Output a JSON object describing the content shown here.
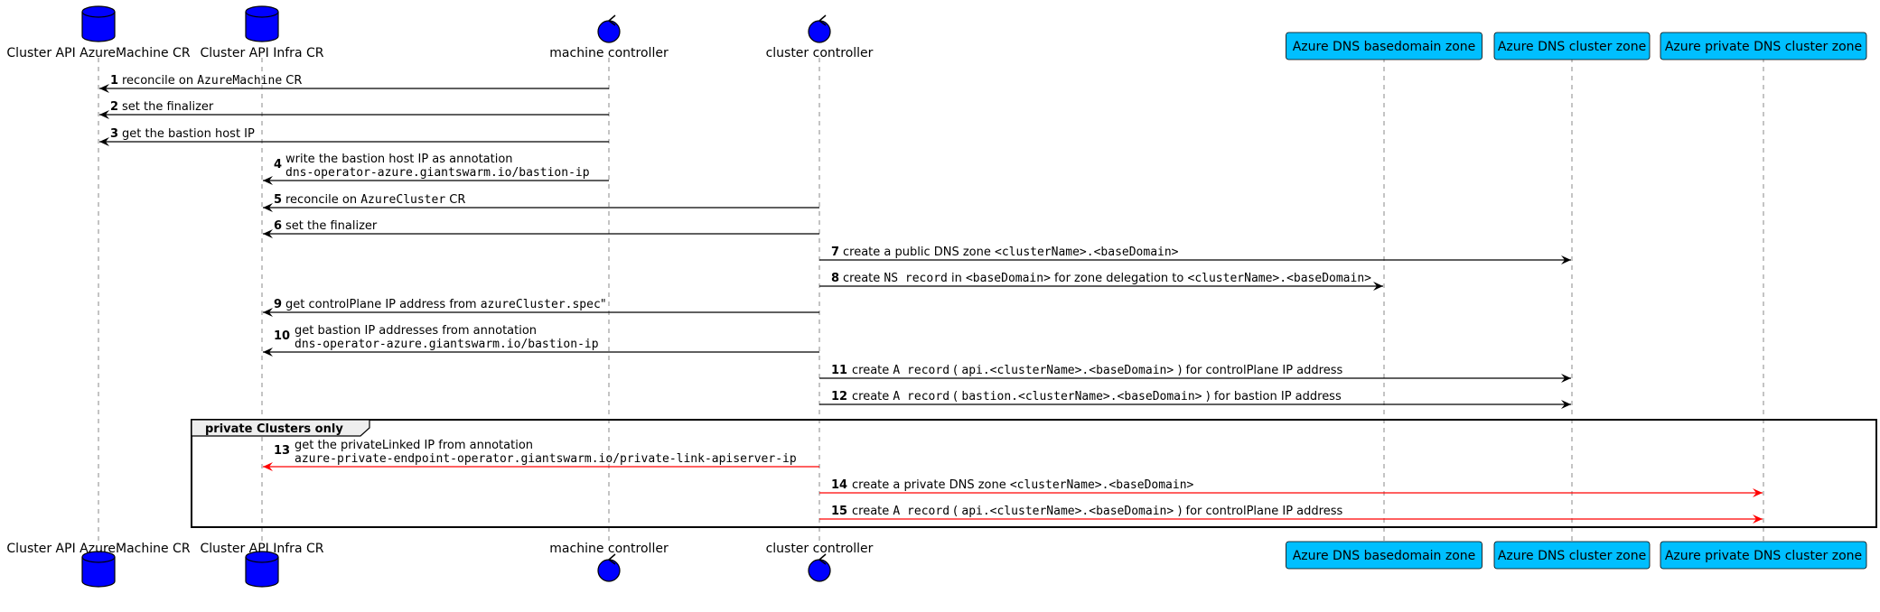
{
  "colors": {
    "participant_fill": "#0000FF",
    "dns_box_fill": "#00BFFF",
    "lifeline": "#888888",
    "arrow_default": "#000000",
    "arrow_private": "#FF0000"
  },
  "participants": [
    {
      "id": "azuremachine-cr",
      "label": "Cluster API AzureMachine CR",
      "kind": "database"
    },
    {
      "id": "infra-cr",
      "label": "Cluster API Infra CR",
      "kind": "database"
    },
    {
      "id": "machine-controller",
      "label": "machine controller",
      "kind": "control"
    },
    {
      "id": "cluster-controller",
      "label": "cluster controller",
      "kind": "control"
    },
    {
      "id": "dns-basedomain-zone",
      "label": "Azure DNS basedomain zone",
      "kind": "box"
    },
    {
      "id": "dns-cluster-zone",
      "label": "Azure DNS cluster zone",
      "kind": "box"
    },
    {
      "id": "private-dns-cluster-zone",
      "label": "Azure private DNS cluster zone",
      "kind": "box"
    }
  ],
  "group": {
    "label": "private Clusters only"
  },
  "messages": [
    {
      "num": "1",
      "from": "machine-controller",
      "to": "azuremachine-cr",
      "private": false,
      "lines": [
        [
          {
            "t": "reconcile on "
          },
          {
            "t": "AzureMachine",
            "m": true
          },
          {
            "t": " CR"
          }
        ]
      ]
    },
    {
      "num": "2",
      "from": "machine-controller",
      "to": "azuremachine-cr",
      "private": false,
      "lines": [
        [
          {
            "t": "set the finalizer"
          }
        ]
      ]
    },
    {
      "num": "3",
      "from": "machine-controller",
      "to": "azuremachine-cr",
      "private": false,
      "lines": [
        [
          {
            "t": "get the bastion host IP"
          }
        ]
      ]
    },
    {
      "num": "4",
      "from": "machine-controller",
      "to": "infra-cr",
      "private": false,
      "lines": [
        [
          {
            "t": "write the bastion host IP as annotation"
          }
        ],
        [
          {
            "t": " dns-operator-azure.giantswarm.io/bastion-ip",
            "m": true
          }
        ]
      ]
    },
    {
      "num": "5",
      "from": "cluster-controller",
      "to": "infra-cr",
      "private": false,
      "lines": [
        [
          {
            "t": "reconcile on "
          },
          {
            "t": "AzureCluster",
            "m": true
          },
          {
            "t": " CR"
          }
        ]
      ]
    },
    {
      "num": "6",
      "from": "cluster-controller",
      "to": "infra-cr",
      "private": false,
      "lines": [
        [
          {
            "t": "set the finalizer"
          }
        ]
      ]
    },
    {
      "num": "7",
      "from": "cluster-controller",
      "to": "dns-cluster-zone",
      "private": false,
      "lines": [
        [
          {
            "t": "create a public DNS zone "
          },
          {
            "t": "<clusterName>.<baseDomain>",
            "m": true
          }
        ]
      ]
    },
    {
      "num": "8",
      "from": "cluster-controller",
      "to": "dns-basedomain-zone",
      "private": false,
      "lines": [
        [
          {
            "t": "create "
          },
          {
            "t": "NS record",
            "m": true
          },
          {
            "t": " in "
          },
          {
            "t": "<baseDomain>",
            "m": true
          },
          {
            "t": " for zone delegation to "
          },
          {
            "t": "<clusterName>.<baseDomain>",
            "m": true
          }
        ]
      ]
    },
    {
      "num": "9",
      "from": "cluster-controller",
      "to": "infra-cr",
      "private": false,
      "lines": [
        [
          {
            "t": "get controlPlane IP address from "
          },
          {
            "t": "azureCluster.spec",
            "m": true
          },
          {
            "t": "\""
          }
        ]
      ]
    },
    {
      "num": "10",
      "from": "cluster-controller",
      "to": "infra-cr",
      "private": false,
      "lines": [
        [
          {
            "t": "get bastion IP addresses from annotation"
          }
        ],
        [
          {
            "t": " dns-operator-azure.giantswarm.io/bastion-ip",
            "m": true
          }
        ]
      ]
    },
    {
      "num": "11",
      "from": "cluster-controller",
      "to": "dns-cluster-zone",
      "private": false,
      "lines": [
        [
          {
            "t": "create "
          },
          {
            "t": "A record",
            "m": true
          },
          {
            "t": " ( "
          },
          {
            "t": "api.<clusterName>.<baseDomain>",
            "m": true
          },
          {
            "t": " ) for controlPlane IP address"
          }
        ]
      ]
    },
    {
      "num": "12",
      "from": "cluster-controller",
      "to": "dns-cluster-zone",
      "private": false,
      "lines": [
        [
          {
            "t": "create "
          },
          {
            "t": "A record",
            "m": true
          },
          {
            "t": " ( "
          },
          {
            "t": "bastion.<clusterName>.<baseDomain>",
            "m": true
          },
          {
            "t": " ) for bastion IP address"
          }
        ]
      ]
    },
    {
      "num": "13",
      "from": "cluster-controller",
      "to": "infra-cr",
      "private": true,
      "lines": [
        [
          {
            "t": "get the privateLinked IP from annotation"
          }
        ],
        [
          {
            "t": " azure-private-endpoint-operator.giantswarm.io/private-link-apiserver-ip",
            "m": true
          }
        ]
      ]
    },
    {
      "num": "14",
      "from": "cluster-controller",
      "to": "private-dns-cluster-zone",
      "private": true,
      "lines": [
        [
          {
            "t": "create a private DNS zone "
          },
          {
            "t": "<clusterName>.<baseDomain>",
            "m": true
          }
        ]
      ]
    },
    {
      "num": "15",
      "from": "cluster-controller",
      "to": "private-dns-cluster-zone",
      "private": true,
      "lines": [
        [
          {
            "t": "create "
          },
          {
            "t": "A record",
            "m": true
          },
          {
            "t": " ( "
          },
          {
            "t": "api.<clusterName>.<baseDomain>",
            "m": true
          },
          {
            "t": " ) for controlPlane IP address"
          }
        ]
      ]
    }
  ]
}
